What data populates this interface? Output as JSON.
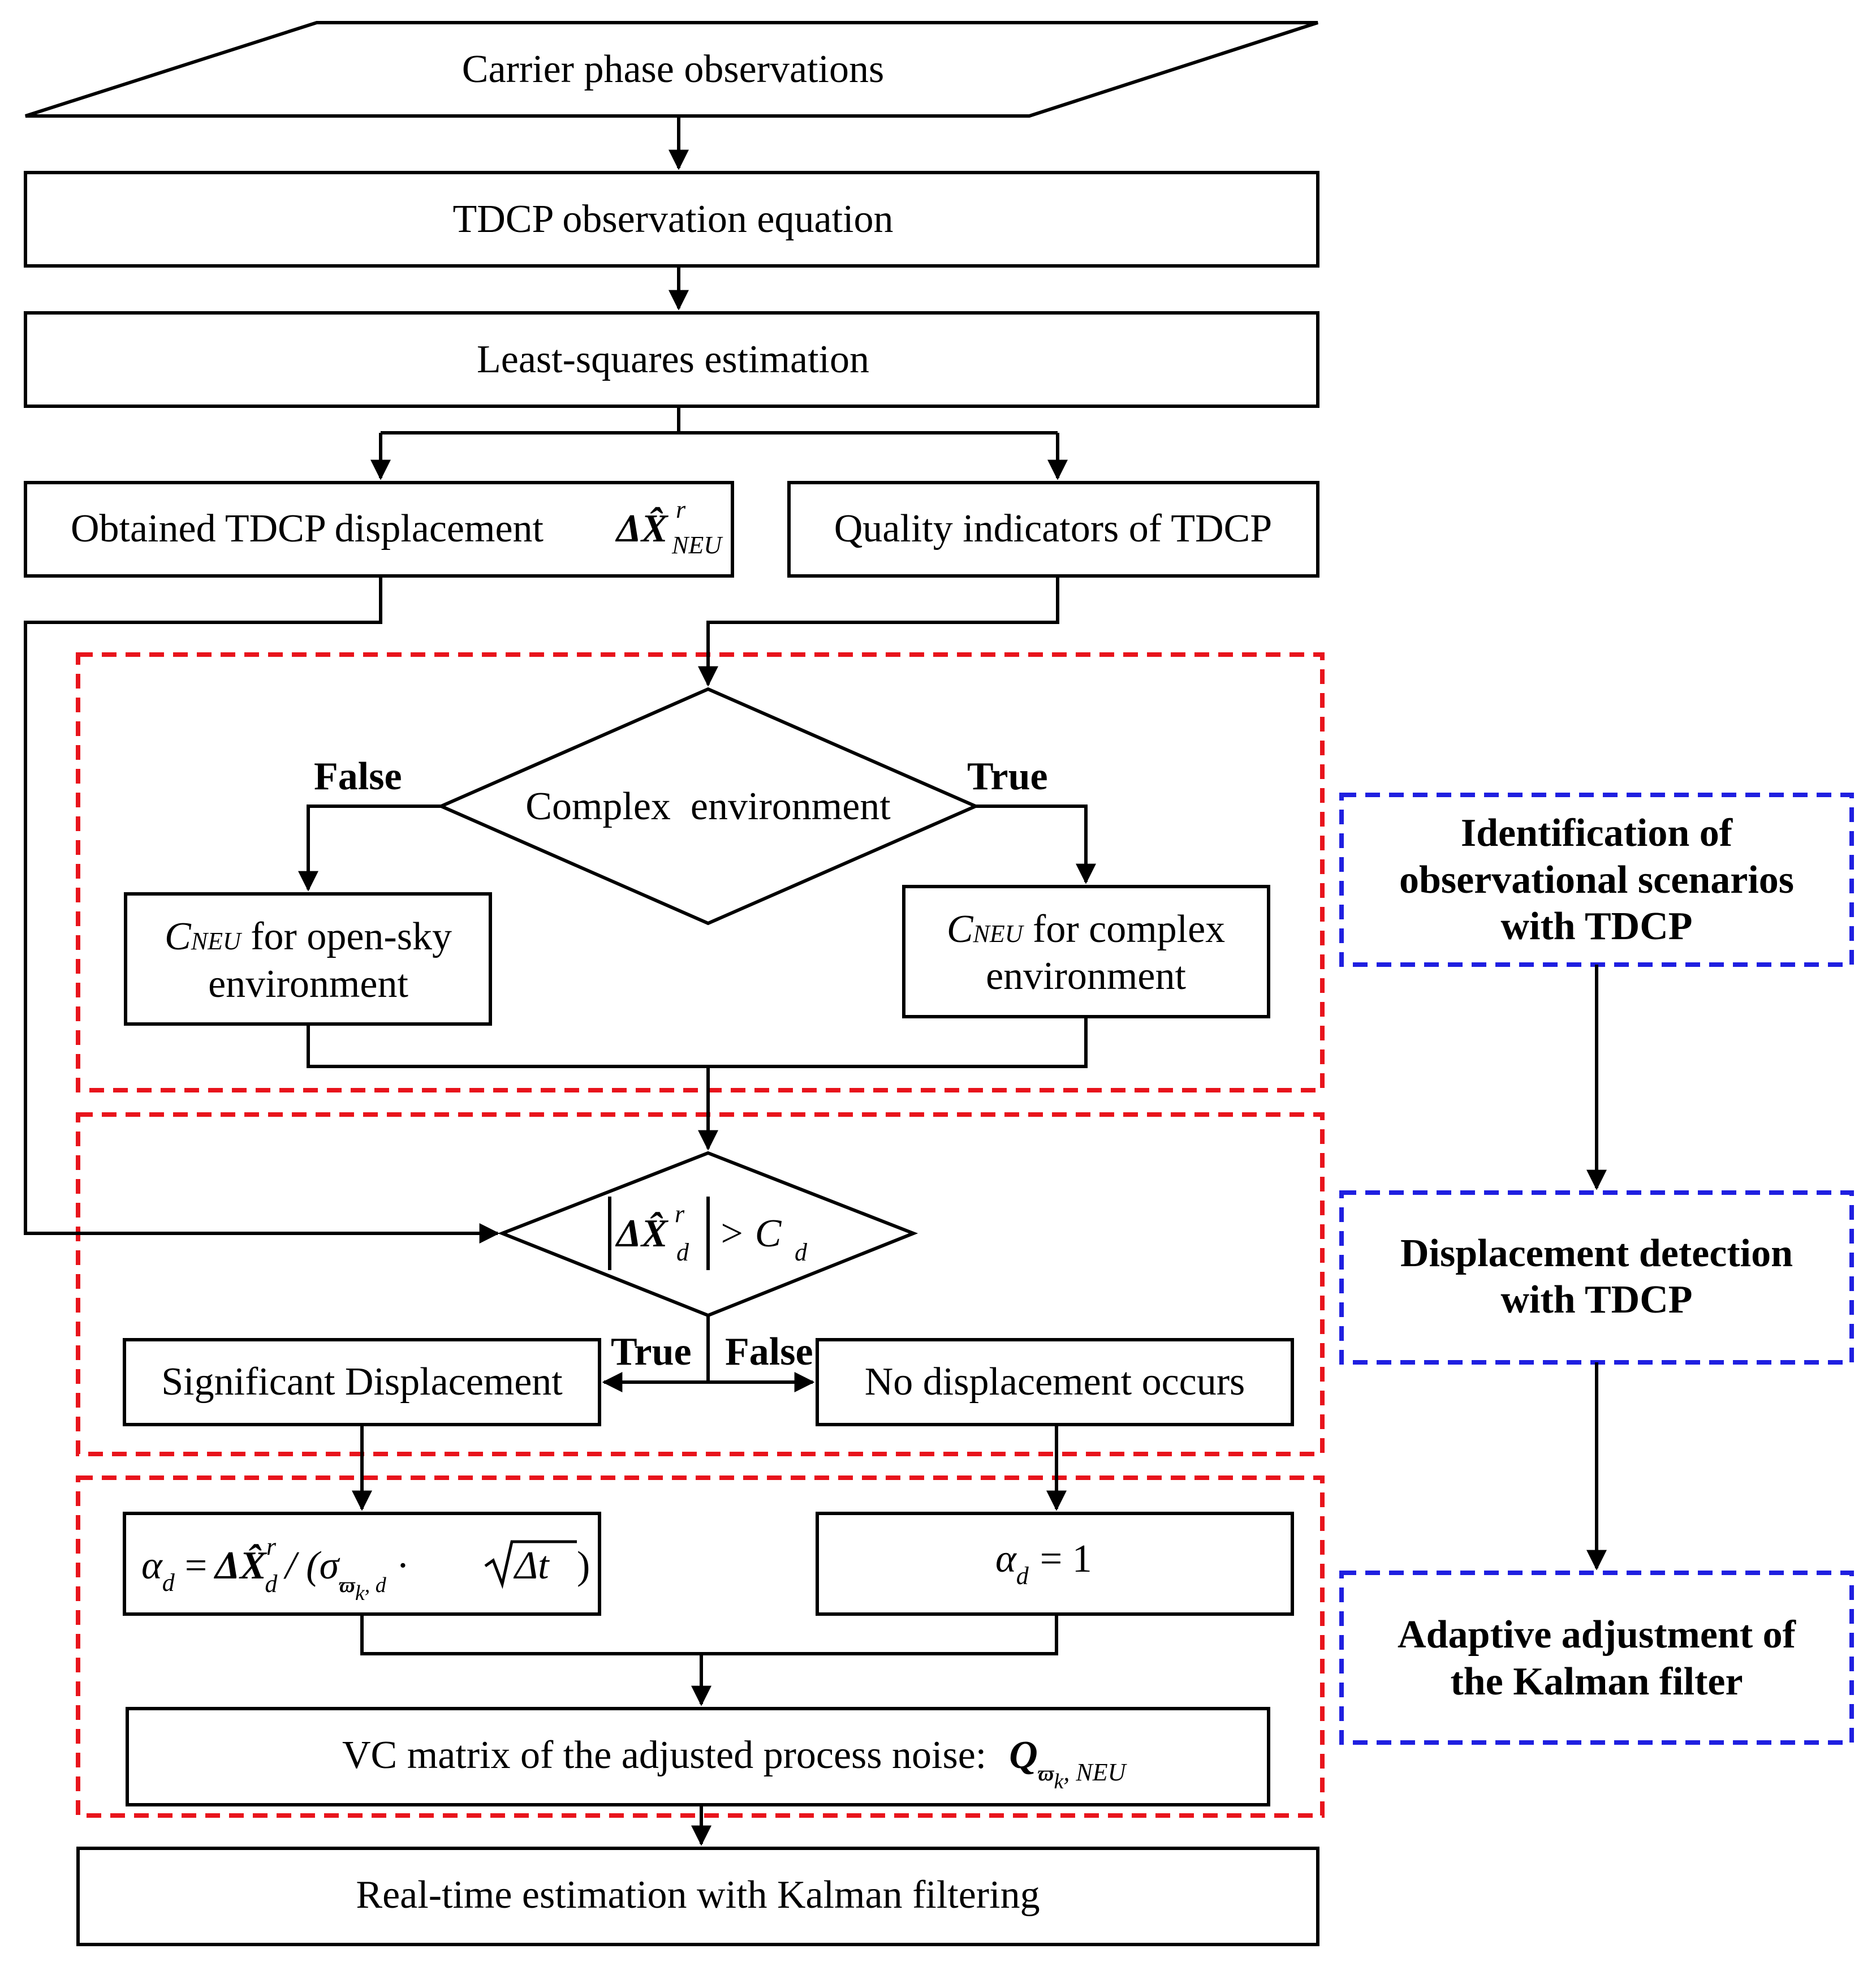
{
  "nodes": {
    "input": "Carrier phase observations",
    "equation": "TDCP observation equation",
    "lsq": "Least-squares estimation",
    "displacement_prefix": "Obtained TDCP displacement",
    "quality": "Quality indicators of TDCP",
    "complex_env": "Complex  environment",
    "open_sky_suffix": " for open-sky",
    "open_sky_line2": "environment",
    "complex_suffix": " for complex",
    "complex_line2": "environment",
    "significant": "Significant Displacement",
    "no_displacement": "No displacement occurs",
    "vc_matrix": "VC matrix of the adjusted process noise:",
    "kalman": "Real-time estimation with Kalman filtering"
  },
  "branch_labels": {
    "false1": "False",
    "true1": "True",
    "true2": "True",
    "false2": "False"
  },
  "stages": {
    "stage1_line1": "Identification of",
    "stage1_line2": "observational scenarios",
    "stage1_line3": "with TDCP",
    "stage2_line1": "Displacement detection",
    "stage2_line2": "with TDCP",
    "stage3_line1": "Adaptive adjustment of",
    "stage3_line2": "the Kalman filter"
  },
  "math": {
    "C": "C",
    "NEU": "NEU",
    "deltaX": "ΔX̂",
    "r": "r",
    "d": "d",
    "gt": "> C",
    "alpha": "α",
    "eq_one": "= 1",
    "eq": "=",
    "div_sigma": "/ (σ",
    "omega_k": "ϖ",
    "k": "k",
    "comma_d": ", d",
    "dot_sqrt": "·",
    "sqrt_delta_t": "Δt",
    "close_paren": ")",
    "Q": "Q",
    "Q_sub_NEU": ", NEU"
  },
  "colors": {
    "region_border": "#e8141c",
    "stage_border": "#1f1fe0"
  }
}
